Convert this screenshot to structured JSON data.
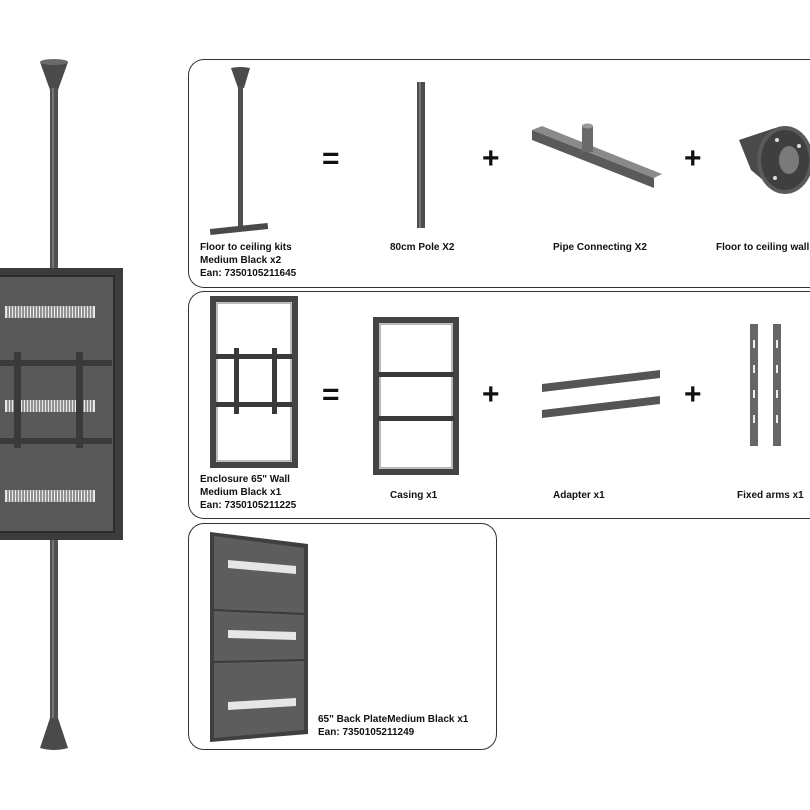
{
  "panel1": {
    "kit_label_line1": "Floor to ceiling kits",
    "kit_label_line2": "Medium Black x2",
    "kit_label_line3": "Ean: 7350105211645",
    "pole_label": "80cm Pole X2",
    "pipe_label": "Pipe Connecting X2",
    "plate_label": "Floor to ceiling wall pla"
  },
  "panel2": {
    "kit_label_line1": "Enclosure 65\" Wall",
    "kit_label_line2": "Medium Black x1",
    "kit_label_line3": "Ean: 7350105211225",
    "casing_label": "Casing x1",
    "adapter_label": "Adapter x1",
    "arms_label": "Fixed arms x1"
  },
  "panel3": {
    "kit_label_line1": "65\" Back PlateMedium Black x1",
    "kit_label_line2": "Ean: 7350105211249"
  },
  "operators": {
    "equals": "=",
    "plus": "+"
  },
  "colors": {
    "metal_dark": "#3a3a3a",
    "metal_mid": "#555555",
    "metal_light": "#8a8a8a",
    "panel_border": "#333333"
  }
}
